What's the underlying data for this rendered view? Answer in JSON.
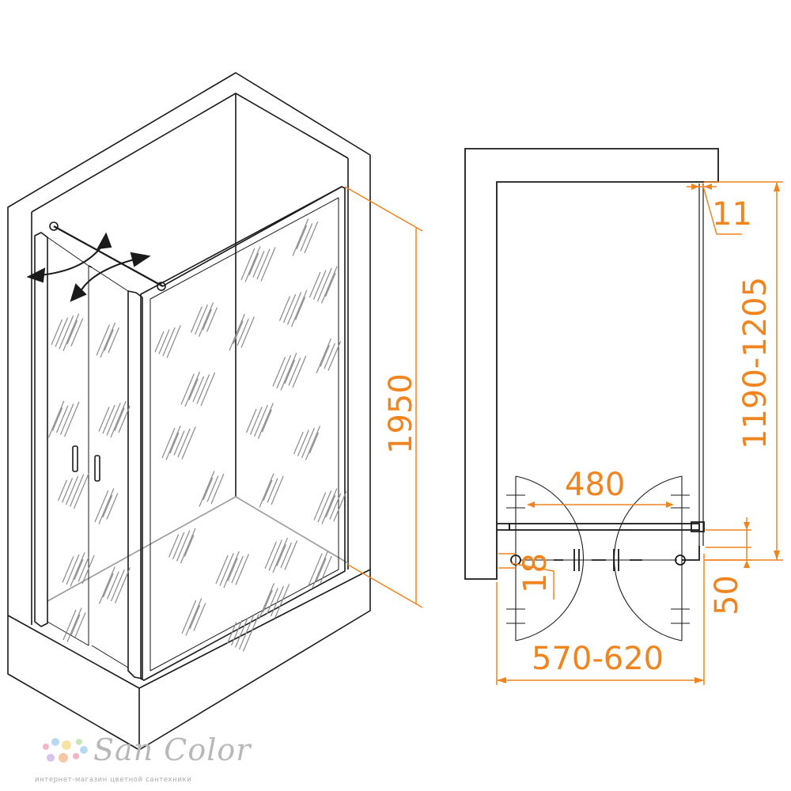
{
  "left_view": {
    "height_label": "1950"
  },
  "plan_view": {
    "gap_label": "11",
    "depth_label": "1190-1205",
    "door_label": "480",
    "hinge_label": "18",
    "offset_label": "50",
    "width_label": "570-620"
  },
  "brand": {
    "name": "San Color",
    "tagline": "интернет-магазин цветной сантехники",
    "dot_colors": [
      "#f3b6c6",
      "#b7d8f2",
      "#f6e3a3",
      "#c8e6b8",
      "#d9c2ec",
      "#f7c7a6"
    ]
  },
  "colors": {
    "dimension": "#f0841e",
    "line": "#1a1a1a",
    "glass_hatch": "#8a8a8a"
  }
}
